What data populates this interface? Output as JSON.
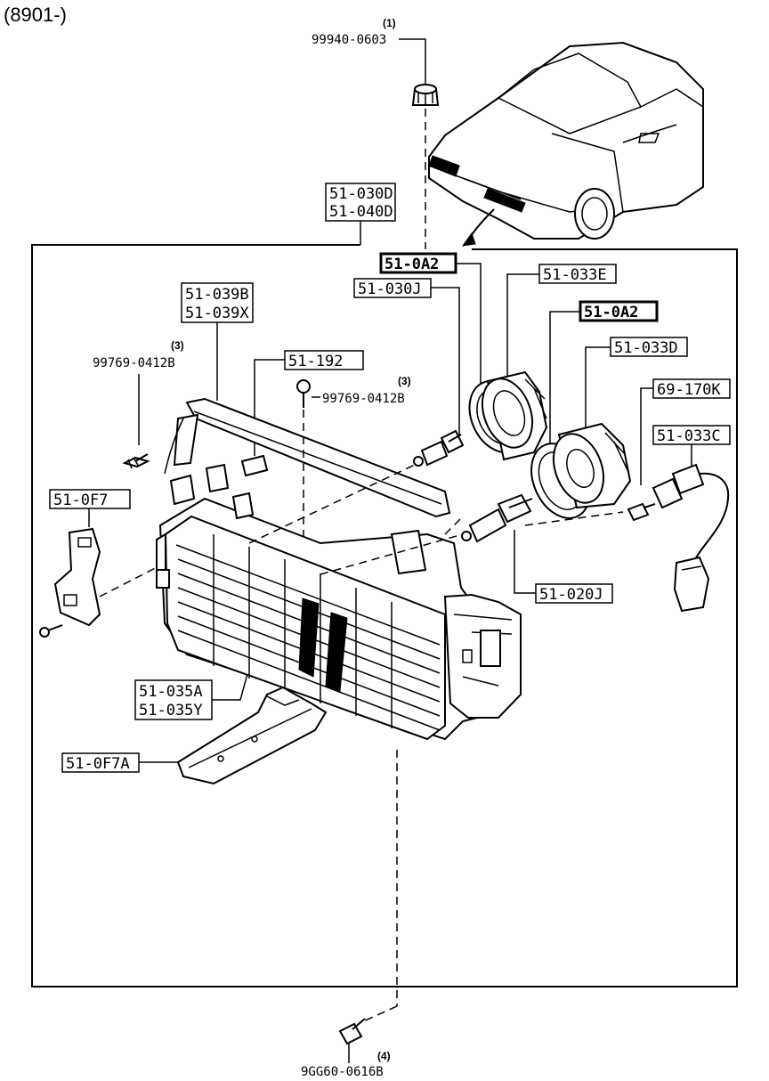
{
  "title": "(8901-)",
  "parts": {
    "nut_top": {
      "qty": "(1)",
      "number": "99940-0603"
    },
    "assembly": {
      "line1": "51-030D",
      "line2": "51-040D"
    },
    "socket_a2_upper": {
      "number": "51-0A2"
    },
    "bulb_030j": {
      "number": "51-030J"
    },
    "cap_033e": {
      "number": "51-033E"
    },
    "socket_a2_lower": {
      "number": "51-0A2"
    },
    "cap_033d": {
      "number": "51-033D"
    },
    "bulb_170k": {
      "number": "69-170K"
    },
    "socket_033c": {
      "number": "51-033C"
    },
    "molding": {
      "line1": "51-039B",
      "line2": "51-039X"
    },
    "screw_left": {
      "qty": "(3)",
      "number": "99769-0412B"
    },
    "clip_192": {
      "number": "51-192"
    },
    "screw_mid": {
      "qty": "(3)",
      "number": "99769-0412B"
    },
    "bracket_0f7": {
      "number": "51-0F7"
    },
    "bulb_020j": {
      "number": "51-020J"
    },
    "lens": {
      "line1": "51-035A",
      "line2": "51-035Y"
    },
    "bracket_0f7a": {
      "number": "51-0F7A"
    },
    "bolt_bottom": {
      "qty": "(4)",
      "number": "9GG60-0616B"
    }
  }
}
